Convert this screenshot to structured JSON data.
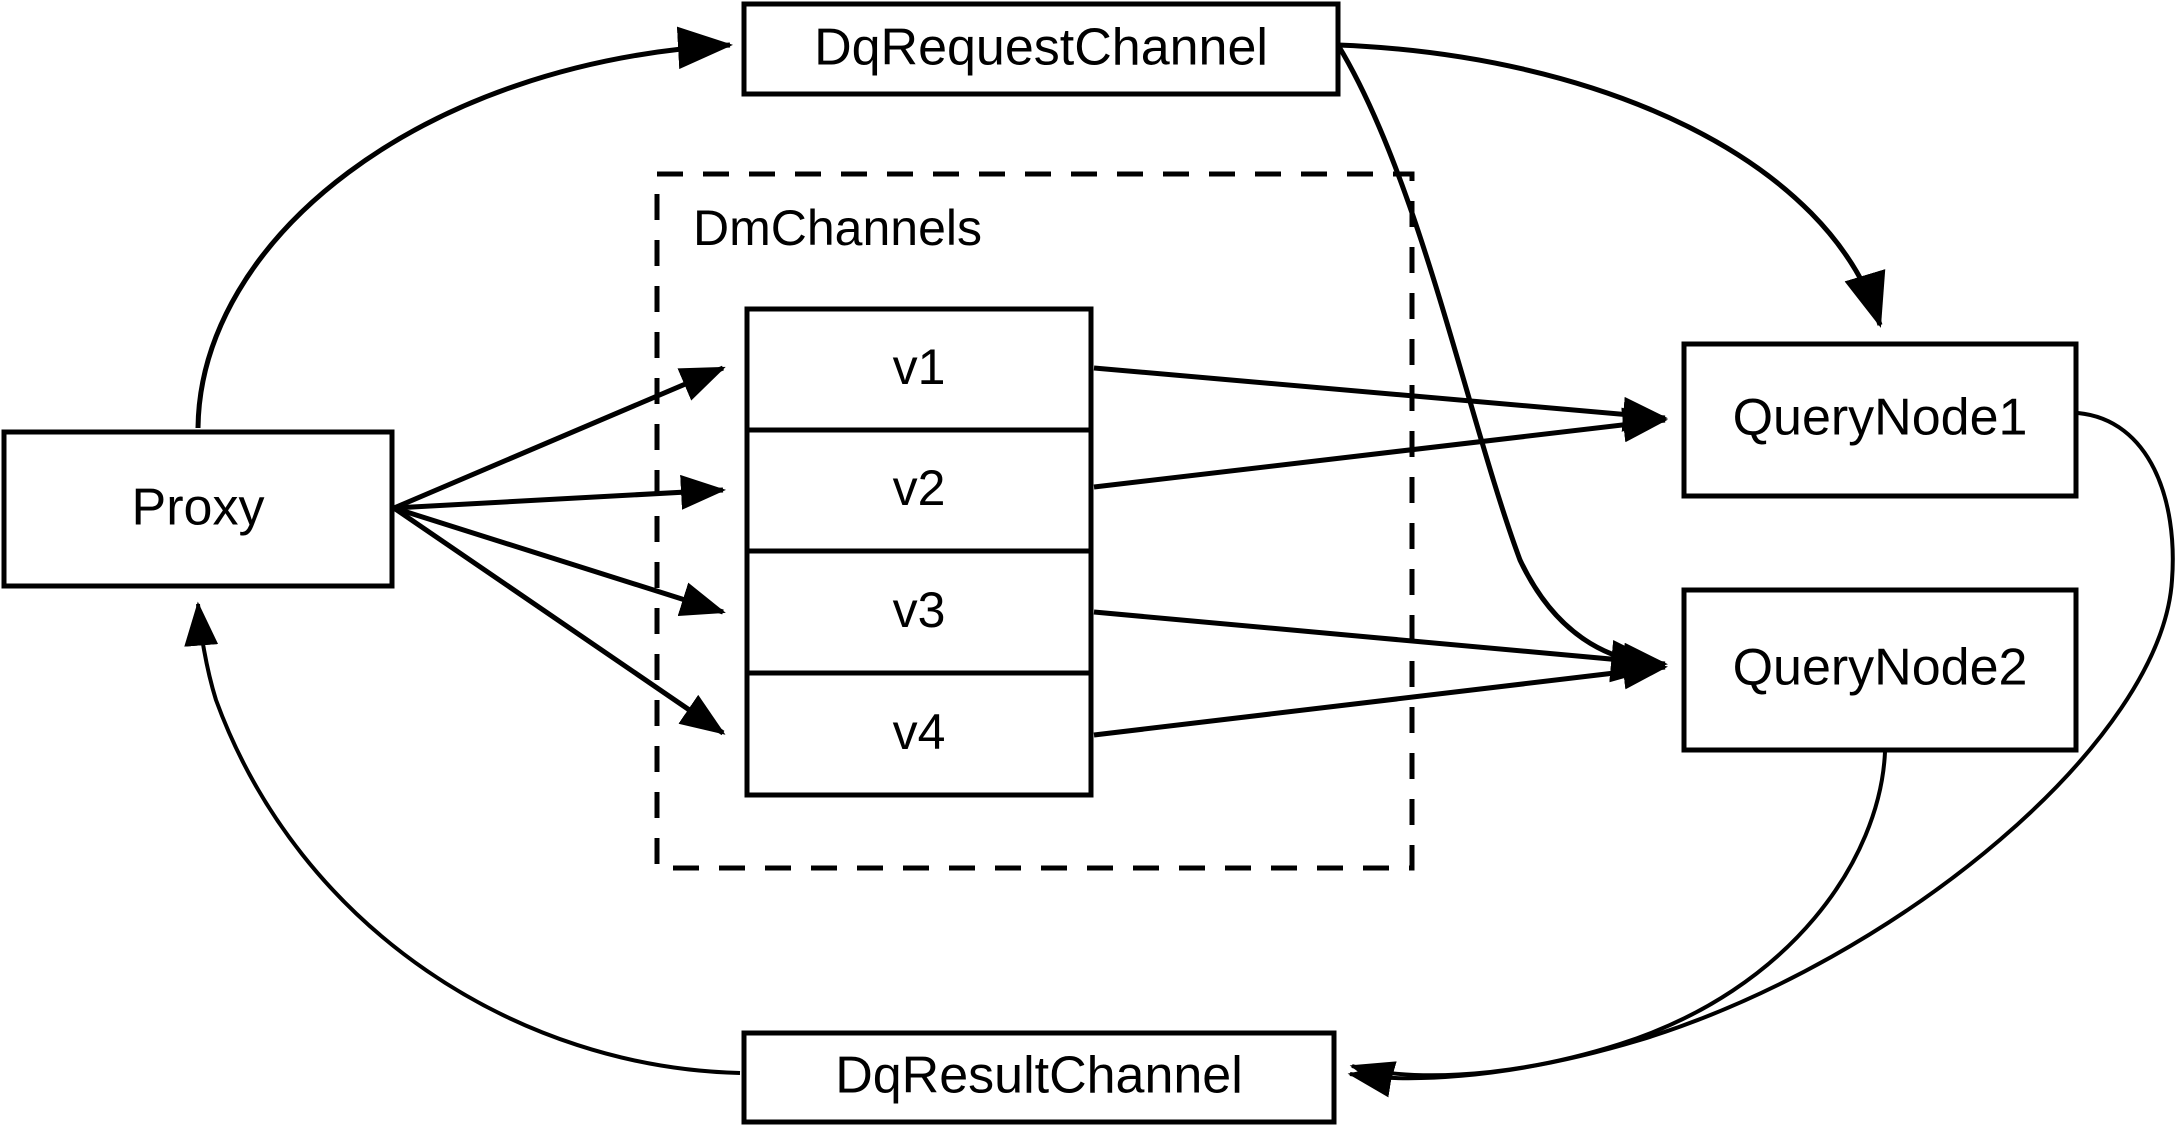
{
  "diagram": {
    "type": "architecture-flow-diagram",
    "background_color": "#ffffff",
    "line_color": "#000000",
    "text_color": "#000000",
    "nodes": {
      "proxy": {
        "label": "Proxy"
      },
      "dq_request_channel": {
        "label": "DqRequestChannel"
      },
      "dq_result_channel": {
        "label": "DqResultChannel"
      },
      "query_node_1": {
        "label": "QueryNode1"
      },
      "query_node_2": {
        "label": "QueryNode2"
      },
      "dm_channels_group": {
        "label": "DmChannels"
      }
    },
    "dm_channels": [
      {
        "label": "v1"
      },
      {
        "label": "v2"
      },
      {
        "label": "v3"
      },
      {
        "label": "v4"
      }
    ],
    "edges": [
      {
        "from": "Proxy",
        "to": "DqRequestChannel",
        "style": "curved",
        "arrow": true
      },
      {
        "from": "Proxy",
        "to": "v1",
        "style": "straight",
        "arrow": true
      },
      {
        "from": "Proxy",
        "to": "v2",
        "style": "straight",
        "arrow": true
      },
      {
        "from": "Proxy",
        "to": "v3",
        "style": "straight",
        "arrow": true
      },
      {
        "from": "Proxy",
        "to": "v4",
        "style": "straight",
        "arrow": true
      },
      {
        "from": "v1",
        "to": "QueryNode1",
        "style": "straight",
        "arrow": true
      },
      {
        "from": "v2",
        "to": "QueryNode1",
        "style": "straight",
        "arrow": true
      },
      {
        "from": "v3",
        "to": "QueryNode2",
        "style": "straight",
        "arrow": true
      },
      {
        "from": "v4",
        "to": "QueryNode2",
        "style": "straight",
        "arrow": true
      },
      {
        "from": "DqRequestChannel",
        "to": "QueryNode1",
        "style": "curved",
        "arrow": true
      },
      {
        "from": "DqRequestChannel",
        "to": "QueryNode2",
        "style": "curved",
        "arrow": true
      },
      {
        "from": "QueryNode1",
        "to": "DqResultChannel",
        "style": "curved",
        "arrow": true
      },
      {
        "from": "QueryNode2",
        "to": "DqResultChannel",
        "style": "curved",
        "arrow": true
      },
      {
        "from": "DqResultChannel",
        "to": "Proxy",
        "style": "curved",
        "arrow": true
      }
    ]
  }
}
